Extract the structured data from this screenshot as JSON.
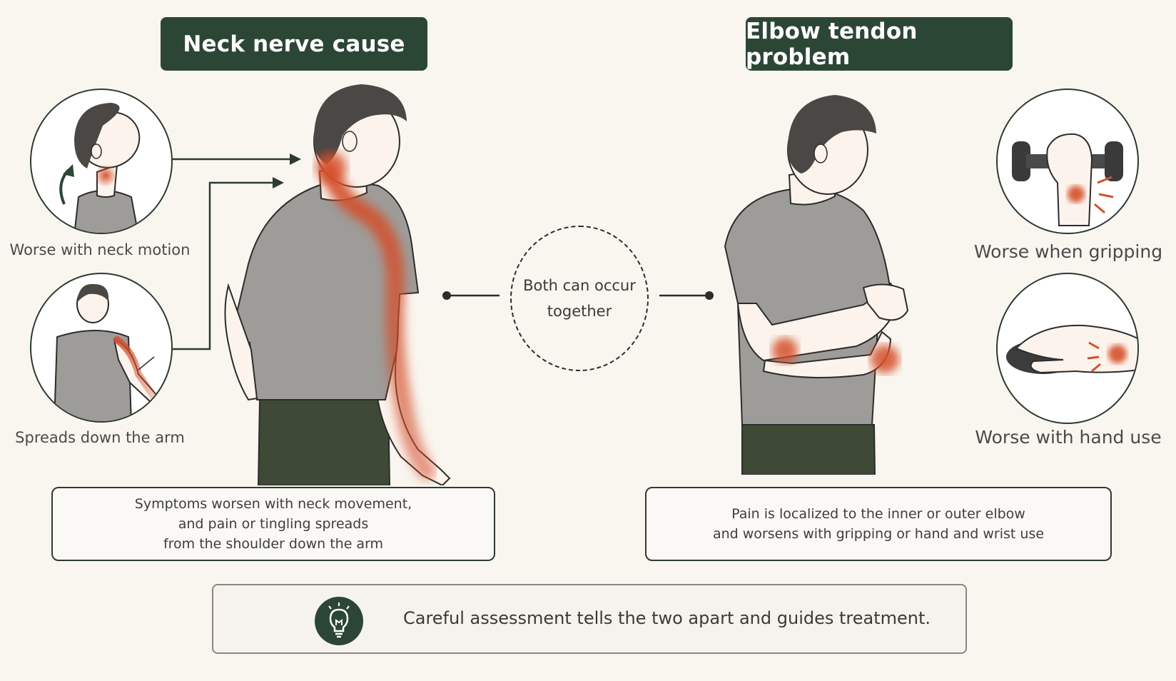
{
  "left_panel": {
    "header": "Neck nerve cause",
    "inset_top_caption": "Worse with neck motion",
    "inset_bottom_caption": "Spreads down the arm",
    "info_lines": [
      "Symptoms worsen with neck movement,",
      "and pain or tingling spreads",
      "from the shoulder down the arm"
    ]
  },
  "right_panel": {
    "header": "Elbow tendon problem",
    "inset_top_caption": "Worse when gripping",
    "inset_bottom_caption": "Worse with hand use",
    "info_lines": [
      "Pain is localized to the inner or outer elbow",
      "and worsens with gripping or hand and wrist use"
    ]
  },
  "center": {
    "line1": "Both can occur",
    "line2": "together"
  },
  "footer": {
    "text": "Careful assessment tells the two apart and guides treatment.",
    "icon": "lightbulb-icon"
  },
  "colors": {
    "header_bg": "#2c4636",
    "pain": "#d4502c",
    "shirt": "#9e9c99",
    "pants": "#3f4a36",
    "hair": "#4b4744",
    "skin": "#fbf3ec"
  }
}
